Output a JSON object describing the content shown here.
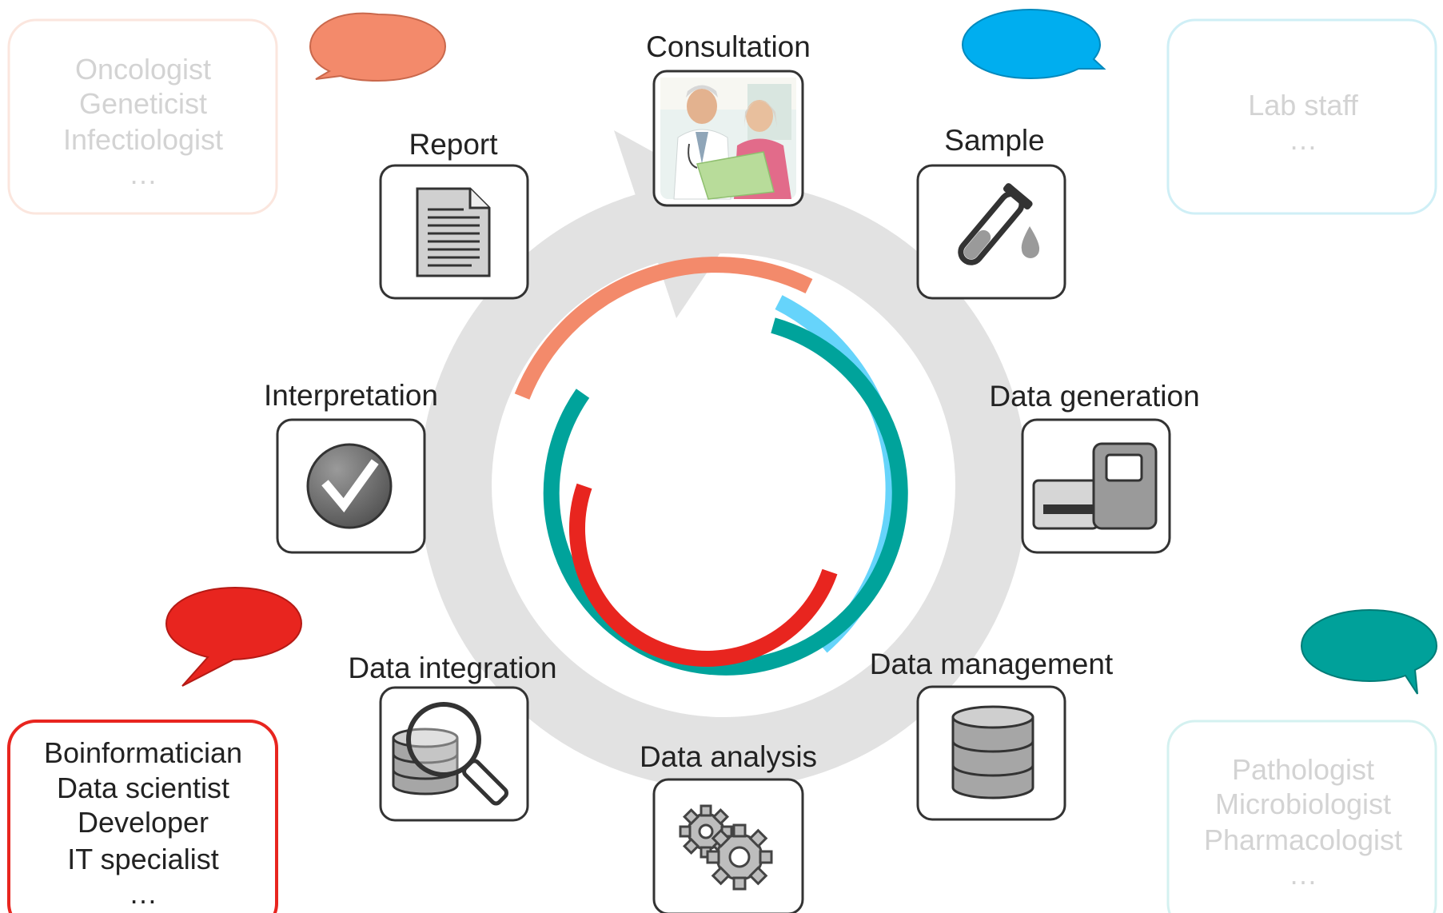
{
  "steps": {
    "consultation": "Consultation",
    "sample": "Sample",
    "data_generation": "Data generation",
    "data_management": "Data management",
    "data_analysis": "Data analysis",
    "data_integration": "Data integration",
    "interpretation": "Interpretation",
    "report": "Report"
  },
  "groups": {
    "clinicians": {
      "color": "#f38a6b",
      "faded": true,
      "lines": [
        "Oncologist",
        "Geneticist",
        "Infectiologist",
        "…"
      ]
    },
    "lab": {
      "color": "#00aeef",
      "faded": true,
      "lines": [
        "Lab staff",
        "…"
      ]
    },
    "informatics": {
      "color": "#e8251f",
      "faded": false,
      "lines": [
        "Boinformatician",
        "Data scientist",
        "Developer",
        "IT specialist",
        "…"
      ]
    },
    "specialists": {
      "color": "#00a19a",
      "faded": true,
      "lines": [
        "Pathologist",
        "Microbiologist",
        "Pharmacologist",
        "…"
      ]
    }
  },
  "colors": {
    "cycle_ring": "#e2e2e2",
    "arc_clinicians": "#f38a6b",
    "arc_lab": "#66d4fb",
    "arc_specialists": "#00a39b",
    "arc_informatics": "#e8251f",
    "icon_box_border": "#333333"
  }
}
